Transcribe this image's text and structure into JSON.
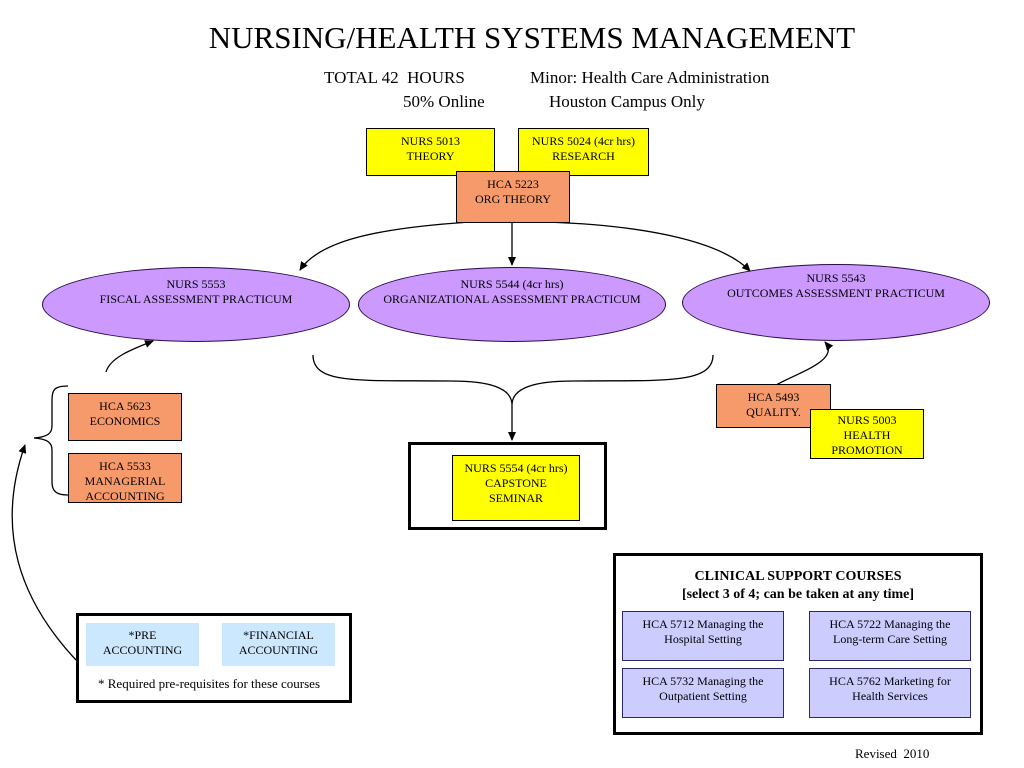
{
  "title": "NURSING/HEALTH SYSTEMS MANAGEMENT",
  "subtitle": {
    "line1a": "TOTAL 42  HOURS",
    "line1b": "Minor: Health Care Administration",
    "line2a": "50% Online",
    "line2b": "Houston Campus Only"
  },
  "core": {
    "theory": [
      "NURS 5013",
      "THEORY"
    ],
    "research": [
      "NURS 5024 (4cr hrs)",
      "RESEARCH"
    ],
    "org_theory": [
      "HCA 5223",
      "ORG THEORY"
    ]
  },
  "practicums": {
    "fiscal": [
      "NURS 5553",
      "FISCAL ASSESSMENT PRACTICUM"
    ],
    "organizational": [
      "NURS 5544 (4cr hrs)",
      "ORGANIZATIONAL  ASSESSMENT PRACTICUM"
    ],
    "outcomes": [
      "NURS 5543",
      "OUTCOMES  ASSESSMENT  PRACTICUM"
    ]
  },
  "left_courses": {
    "economics": [
      "HCA 5623",
      "ECONOMICS"
    ],
    "accounting": [
      "HCA 5533",
      "MANAGERIAL",
      "ACCOUNTING"
    ]
  },
  "right_courses": {
    "quality": [
      "HCA 5493",
      "QUALITY."
    ],
    "health_promotion": [
      "NURS 5003",
      "HEALTH",
      "PROMOTION"
    ]
  },
  "capstone": [
    "NURS 5554 (4cr hrs)",
    "CAPSTONE",
    "SEMINAR"
  ],
  "prereq": {
    "pre_accounting": [
      "*PRE",
      "ACCOUNTING"
    ],
    "financial_accounting": [
      "*FINANCIAL",
      "ACCOUNTING"
    ],
    "note": "* Required pre-requisites for these courses"
  },
  "clinical": {
    "heading": "CLINICAL SUPPORT COURSES",
    "subheading": "[select 3 of 4; can be taken at any time]",
    "courses": [
      [
        "HCA 5712 Managing the",
        "Hospital Setting"
      ],
      [
        "HCA 5722  Managing the",
        "Long-term Care Setting"
      ],
      [
        "HCA 5732 Managing the",
        "Outpatient  Setting"
      ],
      [
        "HCA 5762  Marketing for",
        "Health Services"
      ]
    ]
  },
  "revised": "Revised  2010",
  "colors": {
    "core_yellow": "#ffff00",
    "hca_orange": "#f79a6b",
    "practicum_purple": "#cc99ff",
    "clinical_lavender": "#ccccff",
    "prereq_blue": "#cce8ff"
  }
}
